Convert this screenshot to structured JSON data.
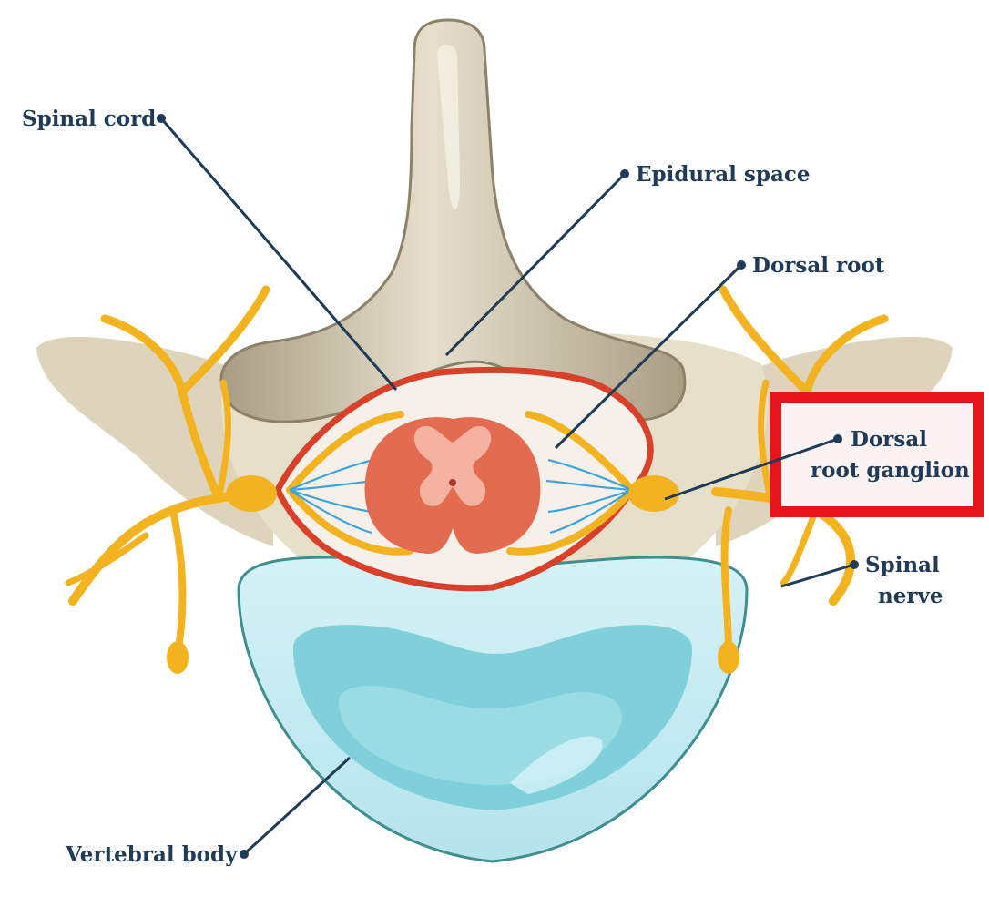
{
  "labels": {
    "spinal_cord": "Spinal cord",
    "epidural_space": "Epidural space",
    "dorsal_root": "Dorsal root",
    "dorsal_root_ganglion": [
      "Dorsal",
      "root ganglion"
    ],
    "spinal_nerve": [
      "Spinal",
      "nerve"
    ],
    "vertebral_body": "Vertebral body"
  },
  "highlight": {
    "target": "dorsal_root_ganglion",
    "color": "#e8141c"
  },
  "colors": {
    "label_text": "#1f3b57",
    "leader_line": "#1f3b57",
    "bone": "#b9ad95",
    "bone_light": "#e3dcc7",
    "transverse": "#ddd3b8",
    "nerve": "#f3b21f",
    "dura": "#d9402a",
    "cord": "#e36b4f",
    "grey_matter": "#f4b3a2",
    "vertebral_body": "#bfe8ef",
    "vertebral_inner": "#7ccfd9"
  }
}
